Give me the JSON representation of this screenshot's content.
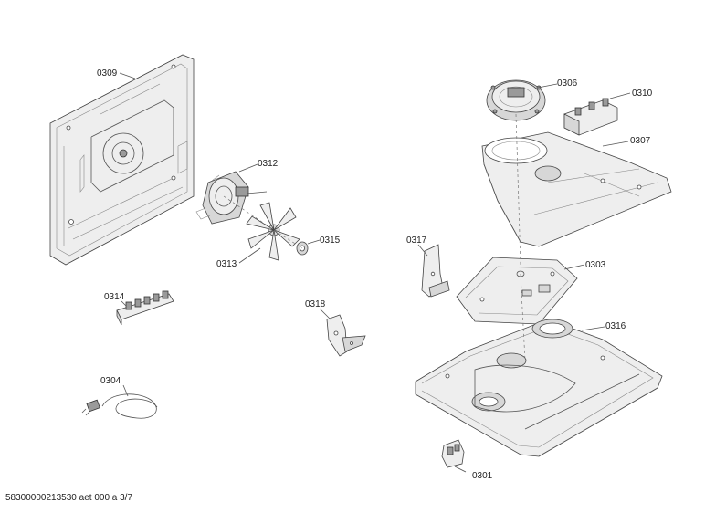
{
  "parts": [
    {
      "id": "0309",
      "label": "0309"
    },
    {
      "id": "0312",
      "label": "0312"
    },
    {
      "id": "0313",
      "label": "0313"
    },
    {
      "id": "0315",
      "label": "0315"
    },
    {
      "id": "0314",
      "label": "0314"
    },
    {
      "id": "0318",
      "label": "0318"
    },
    {
      "id": "0304",
      "label": "0304"
    },
    {
      "id": "0306",
      "label": "0306"
    },
    {
      "id": "0310",
      "label": "0310"
    },
    {
      "id": "0307",
      "label": "0307"
    },
    {
      "id": "0317",
      "label": "0317"
    },
    {
      "id": "0303",
      "label": "0303"
    },
    {
      "id": "0316",
      "label": "0316"
    },
    {
      "id": "0301",
      "label": "0301"
    }
  ],
  "footer": {
    "text": "58300000213530 aet 000 a 3/7"
  }
}
